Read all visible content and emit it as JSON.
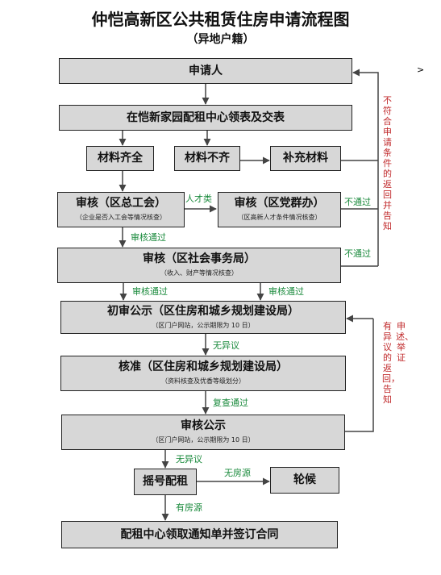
{
  "title": "仲恺高新区公共租赁住房申请流程图",
  "subtitle": "（异地户籍）",
  "corner_mark": ">",
  "steps": {
    "applicant": "申请人",
    "collect_forms": "在恺新家园配租中心领表及交表",
    "materials_complete": "材料齐全",
    "materials_incomplete": "材料不齐",
    "supplement": "补充材料",
    "review_union": {
      "title": "审核（区总工会）",
      "note": "（企业是否入工会等情况核查）"
    },
    "review_party": {
      "title": "审核（区党群办）",
      "note": "（区高新人才条件情况核查）"
    },
    "review_social": {
      "title": "审核（区社会事务局）",
      "note": "（收入、财产等情况核查）"
    },
    "prelim_notice": {
      "title": "初审公示（区住房和城乡规划建设局）",
      "note": "（区门户网站，公示期限为 10 日）"
    },
    "approval": {
      "title": "核准（区住房和城乡规划建设局）",
      "note": "（资料核查及优香等级划分）"
    },
    "review_notice": {
      "title": "审核公示",
      "note": "（区门户网站，公示期限为 10 日）"
    },
    "lottery": "摇号配租",
    "waitlist": "轮候",
    "final": "配租中心领取通知单并签订合同"
  },
  "edge_labels": {
    "talent": "人才类",
    "not_pass_1": "不通过",
    "not_pass_2": "不通过",
    "pass_1": "审核通过",
    "pass_2": "审核通过",
    "pass_3": "审核通过",
    "no_objection_1": "无异议",
    "recheck_pass": "复查通过",
    "no_objection_2": "无异议",
    "no_housing": "无房源",
    "has_housing": "有房源"
  },
  "side_notes": {
    "ineligible": "不符合申请条件的返回并告知",
    "objection_col1": "有异议的返回，告知",
    "objection_col2": "申述、举证"
  },
  "colors": {
    "box_fill": "#d7d7d7",
    "green_label": "#1a8a3c",
    "red_label": "#c0292b"
  }
}
